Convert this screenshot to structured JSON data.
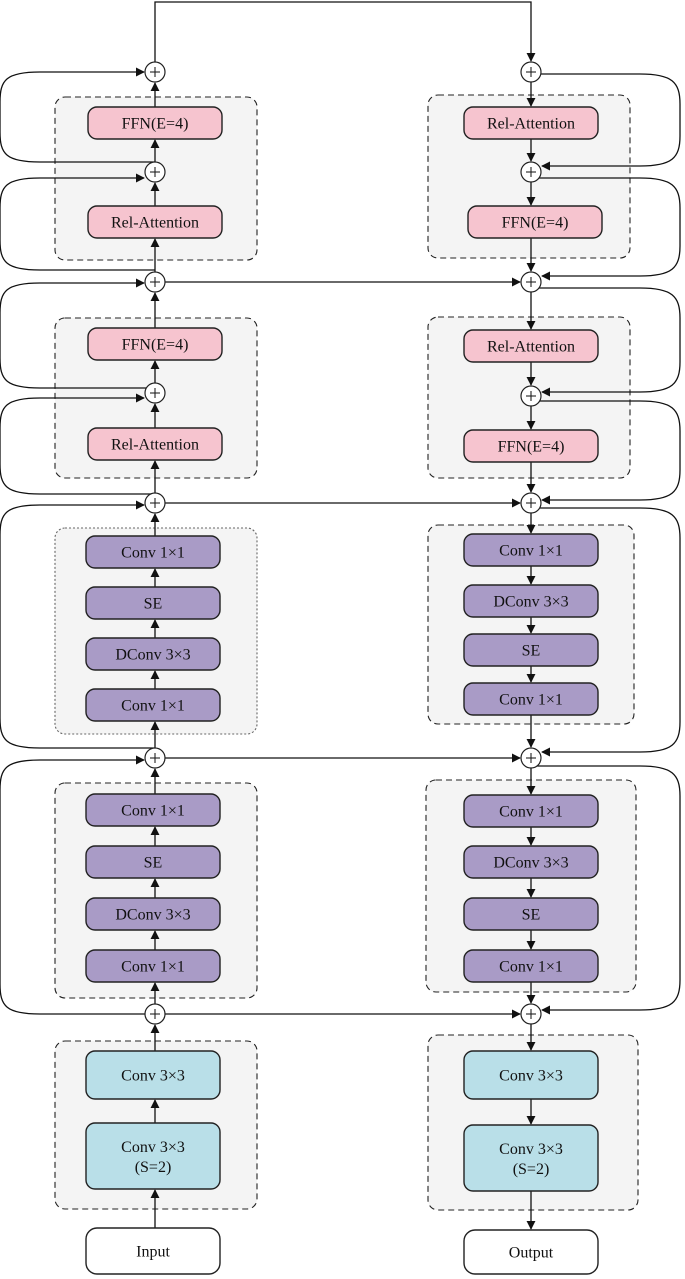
{
  "io": {
    "input": "Input",
    "output": "Output"
  },
  "left_column": [
    {
      "id": "l-stem-1",
      "label": "Conv 3×3",
      "label2": "(S=2)",
      "kind": "stem"
    },
    {
      "id": "l-stem-2",
      "label": "Conv 3×3",
      "kind": "stem"
    },
    {
      "id": "l-mb1-1",
      "label": "Conv 1×1",
      "kind": "conv"
    },
    {
      "id": "l-mb1-2",
      "label": "DConv 3×3",
      "kind": "conv"
    },
    {
      "id": "l-mb1-3",
      "label": "SE",
      "kind": "conv"
    },
    {
      "id": "l-mb1-4",
      "label": "Conv 1×1",
      "kind": "conv"
    },
    {
      "id": "l-mb2-1",
      "label": "Conv 1×1",
      "kind": "conv"
    },
    {
      "id": "l-mb2-2",
      "label": "DConv 3×3",
      "kind": "conv"
    },
    {
      "id": "l-mb2-3",
      "label": "SE",
      "kind": "conv"
    },
    {
      "id": "l-mb2-4",
      "label": "Conv 1×1",
      "kind": "conv"
    },
    {
      "id": "l-tf1-1",
      "label": "Rel-Attention",
      "kind": "att"
    },
    {
      "id": "l-tf1-2",
      "label": "FFN(E=4)",
      "kind": "att"
    },
    {
      "id": "l-tf2-1",
      "label": "Rel-Attention",
      "kind": "att"
    },
    {
      "id": "l-tf2-2",
      "label": "FFN(E=4)",
      "kind": "att"
    }
  ],
  "right_column": [
    {
      "id": "r-tf2-1",
      "label": "Rel-Attention",
      "kind": "att"
    },
    {
      "id": "r-tf2-2",
      "label": "FFN(E=4)",
      "kind": "att"
    },
    {
      "id": "r-tf1-1",
      "label": "Rel-Attention",
      "kind": "att"
    },
    {
      "id": "r-tf1-2",
      "label": "FFN(E=4)",
      "kind": "att"
    },
    {
      "id": "r-mb2-1",
      "label": "Conv 1×1",
      "kind": "conv"
    },
    {
      "id": "r-mb2-2",
      "label": "DConv 3×3",
      "kind": "conv"
    },
    {
      "id": "r-mb2-3",
      "label": "SE",
      "kind": "conv"
    },
    {
      "id": "r-mb2-4",
      "label": "Conv 1×1",
      "kind": "conv"
    },
    {
      "id": "r-mb1-1",
      "label": "Conv 1×1",
      "kind": "conv"
    },
    {
      "id": "r-mb1-2",
      "label": "DConv 3×3",
      "kind": "conv"
    },
    {
      "id": "r-mb1-3",
      "label": "SE",
      "kind": "conv"
    },
    {
      "id": "r-mb1-4",
      "label": "Conv 1×1",
      "kind": "conv"
    },
    {
      "id": "r-stem-1",
      "label": "Conv 3×3",
      "kind": "stem"
    },
    {
      "id": "r-stem-2",
      "label": "Conv 3×3",
      "label2": "(S=2)",
      "kind": "stem"
    }
  ],
  "colors": {
    "attention": "#f6c4cf",
    "conv": "#a99bc6",
    "stem": "#b9dfe8",
    "group_bg": "#f4f4f4"
  }
}
